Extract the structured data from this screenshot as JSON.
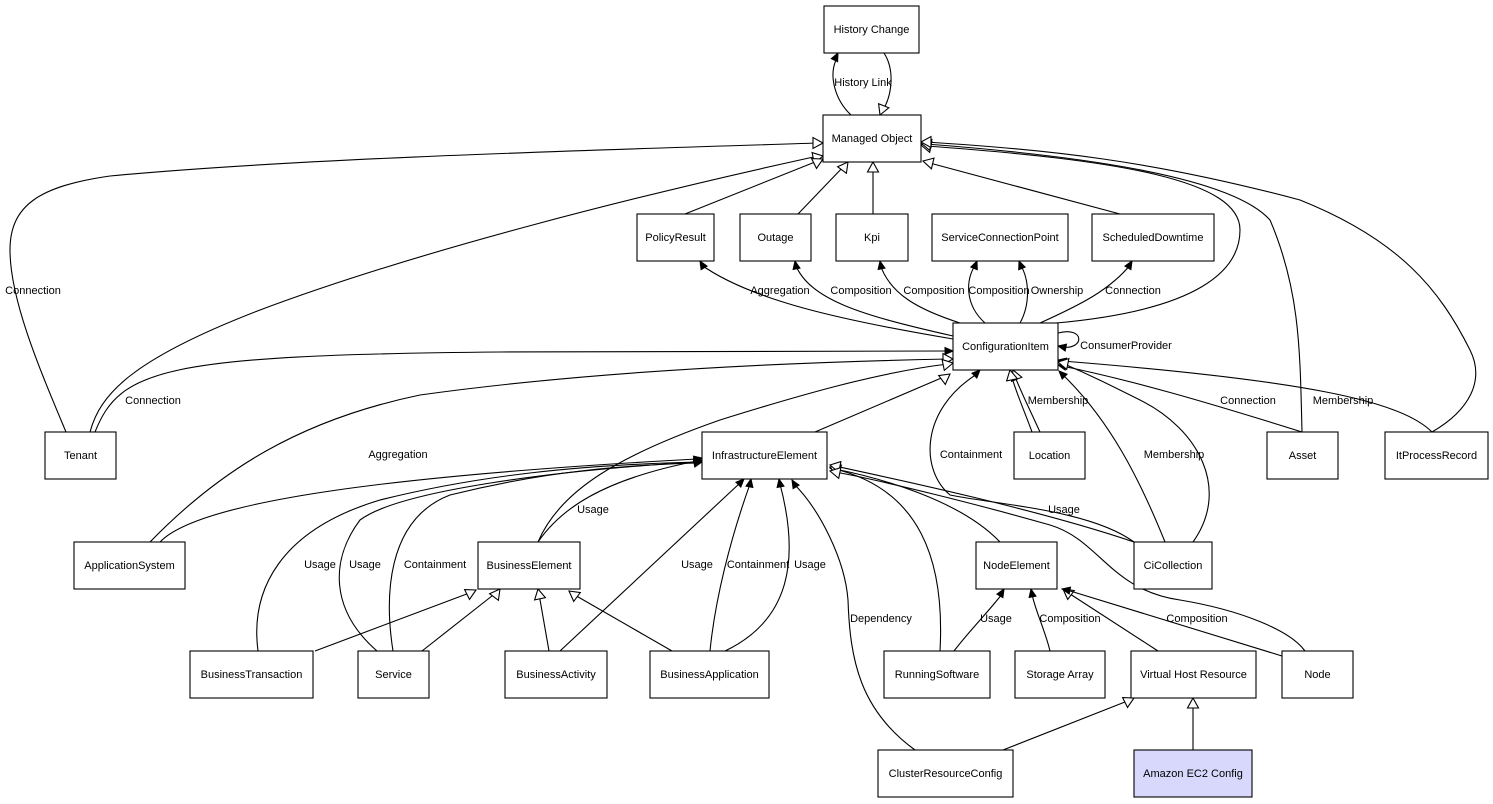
{
  "diagram": {
    "nodes": [
      {
        "id": "history_change",
        "label": "History Change"
      },
      {
        "id": "managed_object",
        "label": "Managed Object"
      },
      {
        "id": "policy_result",
        "label": "PolicyResult"
      },
      {
        "id": "outage",
        "label": "Outage"
      },
      {
        "id": "kpi",
        "label": "Kpi"
      },
      {
        "id": "service_connection_point",
        "label": "ServiceConnectionPoint"
      },
      {
        "id": "scheduled_downtime",
        "label": "ScheduledDowntime"
      },
      {
        "id": "configuration_item",
        "label": "ConfigurationItem"
      },
      {
        "id": "tenant",
        "label": "Tenant"
      },
      {
        "id": "infrastructure_element",
        "label": "InfrastructureElement"
      },
      {
        "id": "location",
        "label": "Location"
      },
      {
        "id": "asset",
        "label": "Asset"
      },
      {
        "id": "it_process_record",
        "label": "ItProcessRecord"
      },
      {
        "id": "application_system",
        "label": "ApplicationSystem"
      },
      {
        "id": "business_element",
        "label": "BusinessElement"
      },
      {
        "id": "node_element",
        "label": "NodeElement"
      },
      {
        "id": "ci_collection",
        "label": "CiCollection"
      },
      {
        "id": "business_transaction",
        "label": "BusinessTransaction"
      },
      {
        "id": "service",
        "label": "Service"
      },
      {
        "id": "business_activity",
        "label": "BusinessActivity"
      },
      {
        "id": "business_application",
        "label": "BusinessApplication"
      },
      {
        "id": "running_software",
        "label": "RunningSoftware"
      },
      {
        "id": "storage_array",
        "label": "Storage Array"
      },
      {
        "id": "virtual_host_resource",
        "label": "Virtual Host Resource"
      },
      {
        "id": "node",
        "label": "Node"
      },
      {
        "id": "cluster_resource_config",
        "label": "ClusterResourceConfig"
      },
      {
        "id": "amazon_ec2_config",
        "label": "Amazon EC2 Config",
        "highlighted": true
      }
    ],
    "edges": [
      {
        "from": "managed_object",
        "to": "history_change",
        "kind": "association",
        "label": "History Link"
      },
      {
        "from": "history_change",
        "to": "managed_object",
        "kind": "inheritance",
        "label": ""
      },
      {
        "from": "tenant",
        "to": "managed_object",
        "kind": "inheritance",
        "label": "Connection"
      },
      {
        "from": "tenant",
        "to": "managed_object",
        "kind": "inheritance",
        "label": ""
      },
      {
        "from": "policy_result",
        "to": "managed_object",
        "kind": "inheritance",
        "label": ""
      },
      {
        "from": "outage",
        "to": "managed_object",
        "kind": "inheritance",
        "label": ""
      },
      {
        "from": "kpi",
        "to": "managed_object",
        "kind": "inheritance",
        "label": ""
      },
      {
        "from": "scheduled_downtime",
        "to": "managed_object",
        "kind": "inheritance",
        "label": ""
      },
      {
        "from": "configuration_item",
        "to": "managed_object",
        "kind": "inheritance",
        "label": ""
      },
      {
        "from": "asset",
        "to": "managed_object",
        "kind": "inheritance",
        "label": ""
      },
      {
        "from": "it_process_record",
        "to": "managed_object",
        "kind": "inheritance",
        "label": ""
      },
      {
        "from": "configuration_item",
        "to": "policy_result",
        "kind": "association",
        "label": "Aggregation"
      },
      {
        "from": "configuration_item",
        "to": "outage",
        "kind": "association",
        "label": "Composition"
      },
      {
        "from": "configuration_item",
        "to": "kpi",
        "kind": "association",
        "label": "Composition"
      },
      {
        "from": "configuration_item",
        "to": "service_connection_point",
        "kind": "association",
        "label": "Composition"
      },
      {
        "from": "configuration_item",
        "to": "service_connection_point",
        "kind": "association",
        "label": "Ownership"
      },
      {
        "from": "configuration_item",
        "to": "scheduled_downtime",
        "kind": "association",
        "label": "Connection"
      },
      {
        "from": "configuration_item",
        "to": "configuration_item",
        "kind": "association",
        "label": "ConsumerProvider"
      },
      {
        "from": "tenant",
        "to": "configuration_item",
        "kind": "association",
        "label": "Connection"
      },
      {
        "from": "infrastructure_element",
        "to": "configuration_item",
        "kind": "inheritance",
        "label": ""
      },
      {
        "from": "application_system",
        "to": "configuration_item",
        "kind": "inheritance",
        "label": "Aggregation"
      },
      {
        "from": "business_element",
        "to": "configuration_item",
        "kind": "inheritance",
        "label": ""
      },
      {
        "from": "location",
        "to": "configuration_item",
        "kind": "inheritance",
        "label": "Membership"
      },
      {
        "from": "location",
        "to": "configuration_item",
        "kind": "inheritance",
        "label": ""
      },
      {
        "from": "ci_collection",
        "to": "configuration_item",
        "kind": "association",
        "label": "Containment"
      },
      {
        "from": "ci_collection",
        "to": "configuration_item",
        "kind": "association",
        "label": "Membership"
      },
      {
        "from": "asset",
        "to": "configuration_item",
        "kind": "association",
        "label": "Connection"
      },
      {
        "from": "it_process_record",
        "to": "configuration_item",
        "kind": "association",
        "label": "Membership"
      },
      {
        "from": "ci_collection",
        "to": "configuration_item",
        "kind": "inheritance",
        "label": ""
      },
      {
        "from": "application_system",
        "to": "infrastructure_element",
        "kind": "association",
        "label": ""
      },
      {
        "from": "business_element",
        "to": "infrastructure_element",
        "kind": "association",
        "label": "Usage"
      },
      {
        "from": "business_transaction",
        "to": "infrastructure_element",
        "kind": "association",
        "label": "Usage"
      },
      {
        "from": "service",
        "to": "infrastructure_element",
        "kind": "association",
        "label": "Usage"
      },
      {
        "from": "service",
        "to": "infrastructure_element",
        "kind": "association",
        "label": "Containment"
      },
      {
        "from": "business_activity",
        "to": "infrastructure_element",
        "kind": "association",
        "label": "Usage"
      },
      {
        "from": "business_application",
        "to": "infrastructure_element",
        "kind": "association",
        "label": "Containment"
      },
      {
        "from": "business_application",
        "to": "infrastructure_element",
        "kind": "association",
        "label": "Usage"
      },
      {
        "from": "cluster_resource_config",
        "to": "infrastructure_element",
        "kind": "association",
        "label": "Dependency"
      },
      {
        "from": "running_software",
        "to": "infrastructure_element",
        "kind": "inheritance",
        "label": ""
      },
      {
        "from": "node_element",
        "to": "infrastructure_element",
        "kind": "inheritance",
        "label": ""
      },
      {
        "from": "ci_collection",
        "to": "infrastructure_element",
        "kind": "inheritance",
        "label": "Usage"
      },
      {
        "from": "node",
        "to": "infrastructure_element",
        "kind": "inheritance",
        "label": ""
      },
      {
        "from": "business_transaction",
        "to": "business_element",
        "kind": "inheritance",
        "label": ""
      },
      {
        "from": "service",
        "to": "business_element",
        "kind": "inheritance",
        "label": ""
      },
      {
        "from": "business_activity",
        "to": "business_element",
        "kind": "inheritance",
        "label": ""
      },
      {
        "from": "business_application",
        "to": "business_element",
        "kind": "inheritance",
        "label": ""
      },
      {
        "from": "running_software",
        "to": "node_element",
        "kind": "association",
        "label": "Usage"
      },
      {
        "from": "storage_array",
        "to": "node_element",
        "kind": "association",
        "label": "Composition"
      },
      {
        "from": "virtual_host_resource",
        "to": "node_element",
        "kind": "inheritance",
        "label": ""
      },
      {
        "from": "node",
        "to": "node_element",
        "kind": "association",
        "label": "Composition"
      },
      {
        "from": "cluster_resource_config",
        "to": "virtual_host_resource",
        "kind": "inheritance",
        "label": ""
      },
      {
        "from": "amazon_ec2_config",
        "to": "virtual_host_resource",
        "kind": "inheritance",
        "label": ""
      }
    ]
  }
}
